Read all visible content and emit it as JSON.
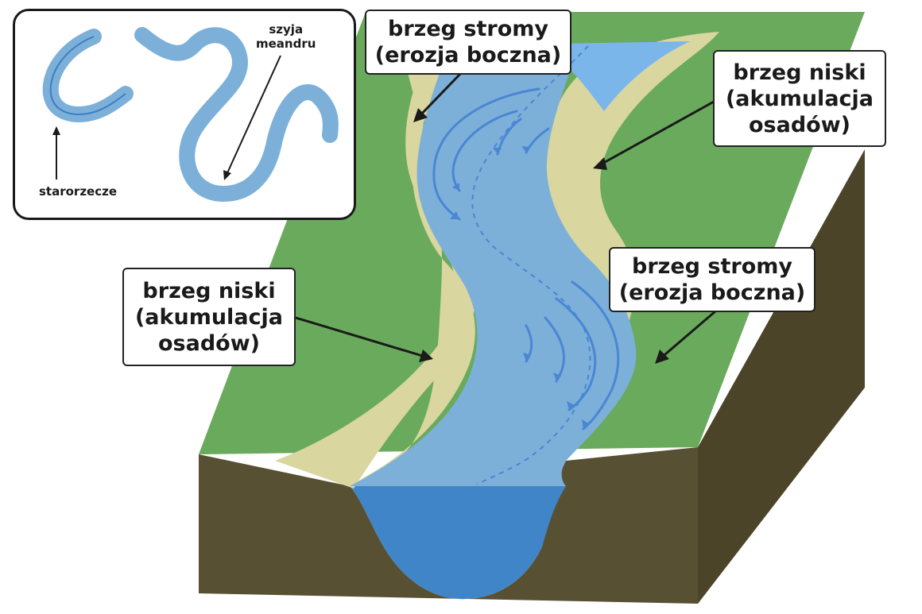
{
  "colors": {
    "grass": "#6aaa5c",
    "grass_edge": "#5b9a4e",
    "sand": "#d9d69f",
    "river": "#7cb0d9",
    "river_top": "#7ab6ea",
    "river_deep": "#3f85c8",
    "arrow": "#4a86d3",
    "soil_front": "#585033",
    "soil_side": "#4b4428",
    "outline": "#1a1a1a"
  },
  "labels": {
    "steep_top": [
      "brzeg stromy",
      "(erozja boczna)"
    ],
    "low_right": [
      "brzeg niski",
      "(akumulacja",
      "osadów)"
    ],
    "low_left": [
      "brzeg niski",
      "(akumulacja",
      "osadów)"
    ],
    "steep_right": [
      "brzeg stromy",
      "(erozja boczna)"
    ]
  },
  "inset": {
    "oxbow": "starorzecze",
    "neck": [
      "szyja",
      "meandru"
    ]
  }
}
